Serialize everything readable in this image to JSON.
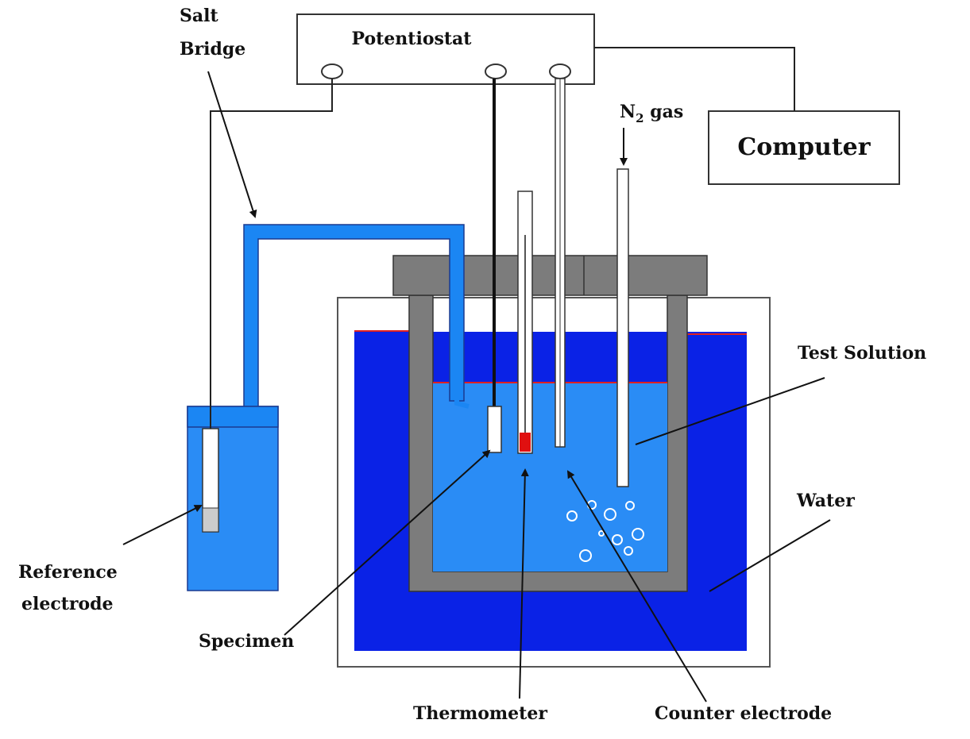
{
  "labels": {
    "salt_bridge": [
      "Salt",
      "Bridge"
    ],
    "potentiostat": "Potentiostat",
    "n2_gas": {
      "base": "N",
      "sub": "2",
      "rest": " gas"
    },
    "computer": "Computer",
    "test_solution": "Test Solution",
    "water": "Water",
    "reference_electrode": [
      "Reference",
      "electrode"
    ],
    "specimen": "Specimen",
    "thermometer": "Thermometer",
    "counter_electrode": "Counter electrode"
  },
  "colors": {
    "test_solution": "#2a8cf5",
    "water_bath": "#0a22e6",
    "cell_wall": "#7c7c7c",
    "salt_bridge": "#1b86f3",
    "reference_vessel": "#2a8cf5",
    "thermometer_bulb": "#e01010",
    "liquid_surface": "#e02020",
    "wire": "#222222"
  },
  "icons": [
    "terminal-connector-icon",
    "gas-bubble-icon",
    "arrow-icon"
  ]
}
